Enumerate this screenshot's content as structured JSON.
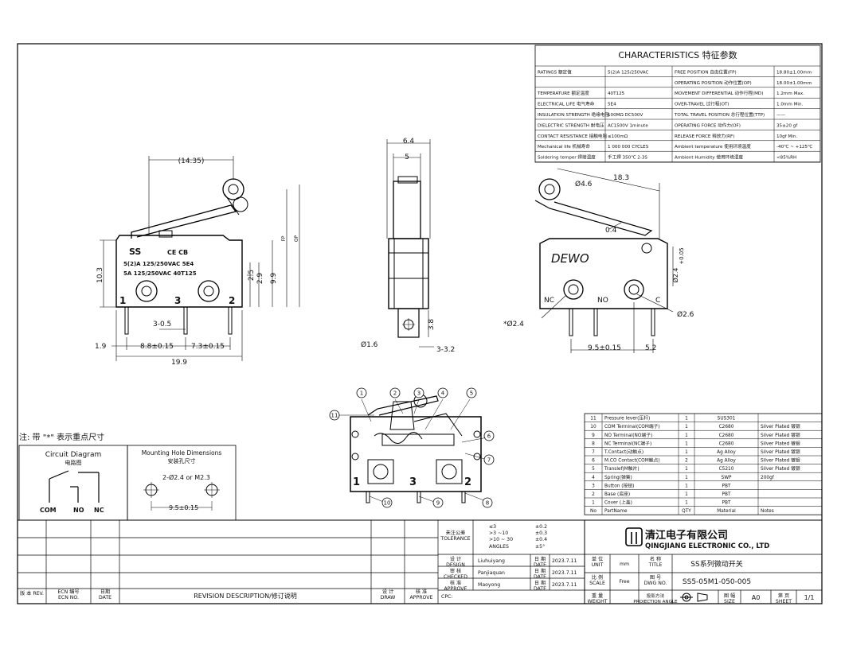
{
  "characteristics": {
    "title": "CHARACTERISTICS 特征参数",
    "rows": [
      [
        "RATINGS 额定值",
        "5(2)A 125/250VAC",
        "FREE POSITION 自由位置(FP)",
        "18.80±1.00mm"
      ],
      [
        "",
        "",
        "OPERATING POSITION 动作位置(OP)",
        "18.00±1.00mm"
      ],
      [
        "TEMPERATURE 额定温度",
        "40T125",
        "MOVEMENT DIFFERENTIAL 动作行程(MD)",
        "1.2mm Max."
      ],
      [
        "ELECTRICAL LIFE 电气寿命",
        "5E4",
        "OVER-TRAVEL 过行程(OT)",
        "1.0mm Min."
      ],
      [
        "INSULATION STRENGTH 绝缘电阻",
        "100MΩ DC500V",
        "TOTAL TRAVEL POSITION 总行程位置(TTP)",
        "——"
      ],
      [
        "DIELECTRIC STRENGTH 耐电压",
        "AC1500V 1minute",
        "OPERATING FORCE 动作力(OF)",
        "35±20 gf"
      ],
      [
        "CONTACT RESISTANCE 接触电阻",
        "≤100mΩ",
        "RELEASE FORCE 释放力(RF)",
        "10gf Min."
      ],
      [
        "Mechanical life 机械寿命",
        "1 000 000 CYCLES",
        "Ambient temperature 使用环境温度",
        "-40℃ ~ +125℃"
      ],
      [
        "Soldering temper 焊接温度",
        "手工焊 350℃ 2-3S",
        "Ambient Humidity 使用环境湿度",
        "<85%RH"
      ]
    ]
  },
  "front_view": {
    "dims": [
      "(14.35)",
      "10.3",
      "2.5",
      "2.9",
      "9.9",
      "FP",
      "OP",
      "3-0.5",
      "1.9",
      "8.8±0.15",
      "7.3±0.15",
      "19.9"
    ],
    "body_lines": [
      "5(2)A 125/250VAC 5E4",
      "5A 125/250VAC 40T125"
    ],
    "logo": "SS",
    "cert": "CE CB",
    "terminals": [
      "1",
      "3",
      "2"
    ]
  },
  "side_view": {
    "dims": [
      "6.4",
      "5",
      "3.8",
      "Ø1.6",
      "3-3.2"
    ]
  },
  "back_view": {
    "dims": [
      "18.3",
      "Ø4.6",
      "0.4",
      "Ø2.4",
      "Ø2.6",
      "9.5±0.15",
      "5.2",
      "*Ø2.4",
      "+0.05"
    ],
    "brand": "DEWO",
    "labels": [
      "NC",
      "NO",
      "C"
    ]
  },
  "note": "注: 带 \"*\" 表示重点尺寸",
  "circuit": {
    "title": "Circuit Diagram",
    "title_cn": "电路图",
    "labels": [
      "COM",
      "NO",
      "NC"
    ]
  },
  "mounting": {
    "title": "Mounting Hole Dimensions",
    "title_cn": "安装孔尺寸",
    "hole": "2-Ø2.4 or M2.3",
    "pitch": "9.5±0.15"
  },
  "section_view": {
    "callouts": [
      "1",
      "2",
      "3",
      "4",
      "5",
      "6",
      "7",
      "8",
      "9",
      "10",
      "11"
    ],
    "terminals": [
      "1",
      "3",
      "2"
    ]
  },
  "bom": {
    "rows": [
      [
        "11",
        "Pressure lever(压杆)",
        "1",
        "SUS301",
        ""
      ],
      [
        "10",
        "COM Terminal(COM端子)",
        "1",
        "C2680",
        "Silver Plated 镀银"
      ],
      [
        "9",
        "NO Terminal(NO端子)",
        "1",
        "C2680",
        "Silver Plated 镀银"
      ],
      [
        "8",
        "NC Terminal(NC端子)",
        "1",
        "C2680",
        "Silver Plated 镀银"
      ],
      [
        "7",
        "T.Contact(动触点)",
        "1",
        "Ag Alloy",
        "Silver Plated 镀银"
      ],
      [
        "6",
        "M.CO Contact(COM触点)",
        "2",
        "Ag Alloy",
        "Silver Plated 镀银"
      ],
      [
        "5",
        "Translef(M触片)",
        "1",
        "C5210",
        "Silver Plated 镀银"
      ],
      [
        "4",
        "Spring(弹簧)",
        "1",
        "SWP",
        "200gf"
      ],
      [
        "3",
        "Button (按钮)",
        "1",
        "PBT",
        ""
      ],
      [
        "2",
        "Base (底座)",
        "1",
        "PBT",
        ""
      ],
      [
        "1",
        "Cover (上盖)",
        "1",
        "PBT",
        ""
      ]
    ],
    "header": [
      "No",
      "PartName",
      "QTY",
      "Material",
      "Notes"
    ]
  },
  "title_block": {
    "revision_cols": [
      "版 本\nREV.",
      "ECN 编号\nECN NO.",
      "日期\nDATE",
      "REVISION DESCRIPTION/修订说明",
      "设 计\nDRAW",
      "核 准\nAPPROVE"
    ],
    "tolerance_label": "未注公差\nTOLERANCE",
    "tolerance_ranges": [
      "≤3",
      ">3 ~10",
      ">10 ~ 30",
      "ANGLES"
    ],
    "tolerance_values": [
      "±0.2",
      "±0.3",
      "±0.4",
      "±5°"
    ],
    "design_label": "设 计\nDESIGN",
    "design_name": "Liuhuiyang",
    "design_date": "2023.7.11",
    "checked_label": "审 核\nCHECKED",
    "checked_name": "Panjiaquan",
    "checked_date": "2023.7.11",
    "approve_label": "核 准\nAPPROVE",
    "approve_name": "Maoyong",
    "approve_date": "2023.7.11",
    "date_label": "日 期\nDATE",
    "cpc": "CPC:",
    "company_cn": "清江电子有限公司",
    "company_en": "QINGJIANG ELECTRONIC CO., LTD",
    "unit_label": "单 位\nUNIT",
    "unit": "mm",
    "title_label": "名 称\nTITLE",
    "title": "SS系列微动开关",
    "scale_label": "比 例\nSCALE",
    "scale": "Free",
    "dwg_label": "图 号\nDWG NO.",
    "dwg": "SS5-05M1-050-005",
    "weight_label": "重 量\nWEIGHT",
    "proj_label": "投影方法\nPROJECTION ANGLE",
    "size_label": "图 幅\nSIZE",
    "size": "A0",
    "sheet_label": "第 页\nSHEET",
    "sheet": "1/1"
  }
}
